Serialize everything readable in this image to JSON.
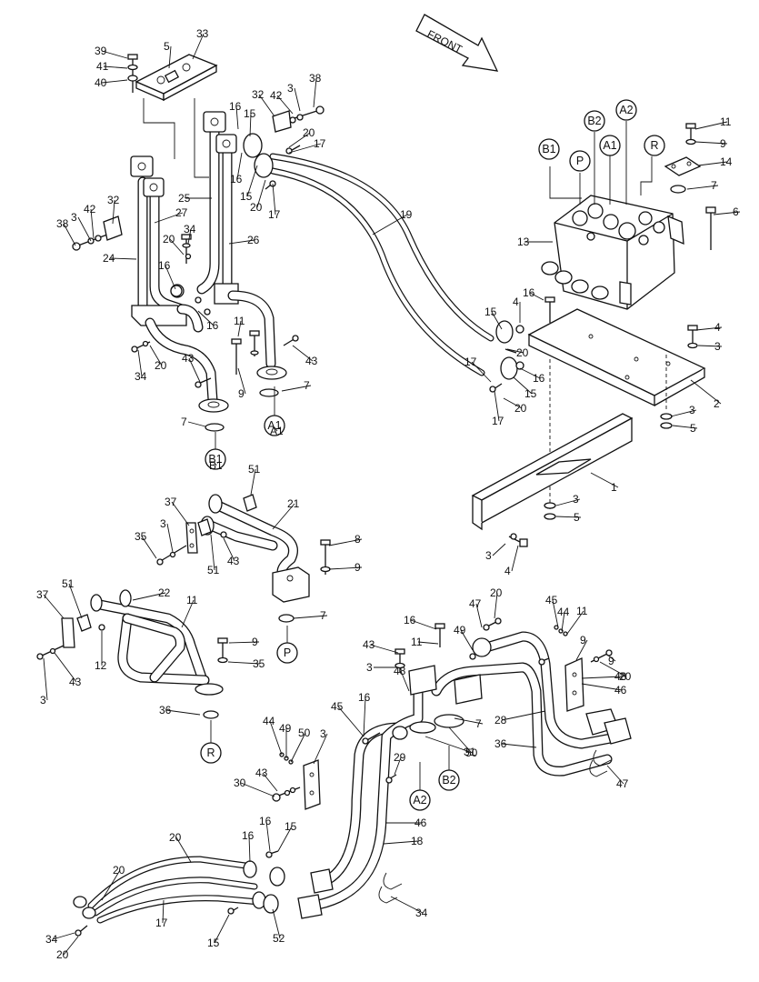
{
  "diagram": {
    "front_label": "FRONT",
    "port_tags": [
      "B1",
      "A1",
      "P",
      "R",
      "A2",
      "B2",
      "B1",
      "A1",
      "B2",
      "A2",
      "P",
      "R"
    ],
    "callouts": [
      "39",
      "41",
      "40",
      "5",
      "33",
      "38",
      "42",
      "3",
      "32",
      "16",
      "15",
      "20",
      "17",
      "16",
      "15",
      "20",
      "17",
      "25",
      "27",
      "32",
      "42",
      "3",
      "38",
      "24",
      "20",
      "34",
      "26",
      "16",
      "16",
      "11",
      "9",
      "34",
      "20",
      "43",
      "43",
      "7",
      "A1",
      "7",
      "B1",
      "19",
      "11",
      "9",
      "14",
      "7",
      "6",
      "13",
      "16",
      "4",
      "15",
      "20",
      "16",
      "17",
      "15",
      "17",
      "20",
      "4",
      "3",
      "2",
      "3",
      "5",
      "1",
      "3",
      "5",
      "3",
      "4",
      "51",
      "37",
      "21",
      "3",
      "35",
      "8",
      "43",
      "51",
      "9",
      "7",
      "37",
      "51",
      "22",
      "11",
      "9",
      "35",
      "3",
      "43",
      "12",
      "36",
      "20",
      "47",
      "45",
      "44",
      "11",
      "16",
      "49",
      "9",
      "11",
      "43",
      "48",
      "9",
      "3",
      "20",
      "16",
      "7",
      "31",
      "50",
      "28",
      "46",
      "36",
      "47",
      "45",
      "44",
      "49",
      "50",
      "3",
      "48",
      "43",
      "30",
      "29",
      "46",
      "18",
      "34",
      "20",
      "16",
      "15",
      "16",
      "52",
      "20",
      "17",
      "34",
      "20",
      "15"
    ]
  }
}
